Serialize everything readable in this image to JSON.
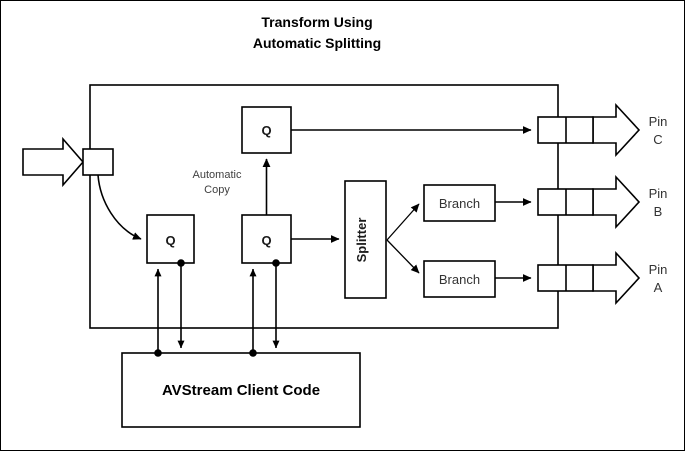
{
  "title": {
    "line1": "Transform Using",
    "line2": "Automatic Splitting"
  },
  "colors": {
    "stroke": "#000000",
    "background": "#ffffff",
    "text": "#1a1a1a",
    "annotation_text": "#404040"
  },
  "nodes": {
    "queue_top": {
      "label": "Q"
    },
    "queue_left": {
      "label": "Q"
    },
    "queue_middle": {
      "label": "Q"
    },
    "splitter": {
      "label": "Splitter"
    },
    "branch_upper": {
      "label": "Branch"
    },
    "branch_lower": {
      "label": "Branch"
    },
    "client_code": {
      "label": "AVStream Client Code"
    }
  },
  "annotations": {
    "automatic_copy": {
      "line1": "Automatic",
      "line2": "Copy"
    }
  },
  "pins": [
    {
      "id": "pin-c",
      "line1": "Pin",
      "line2": "C"
    },
    {
      "id": "pin-b",
      "line1": "Pin",
      "line2": "B"
    },
    {
      "id": "pin-a",
      "line1": "Pin",
      "line2": "A"
    }
  ]
}
